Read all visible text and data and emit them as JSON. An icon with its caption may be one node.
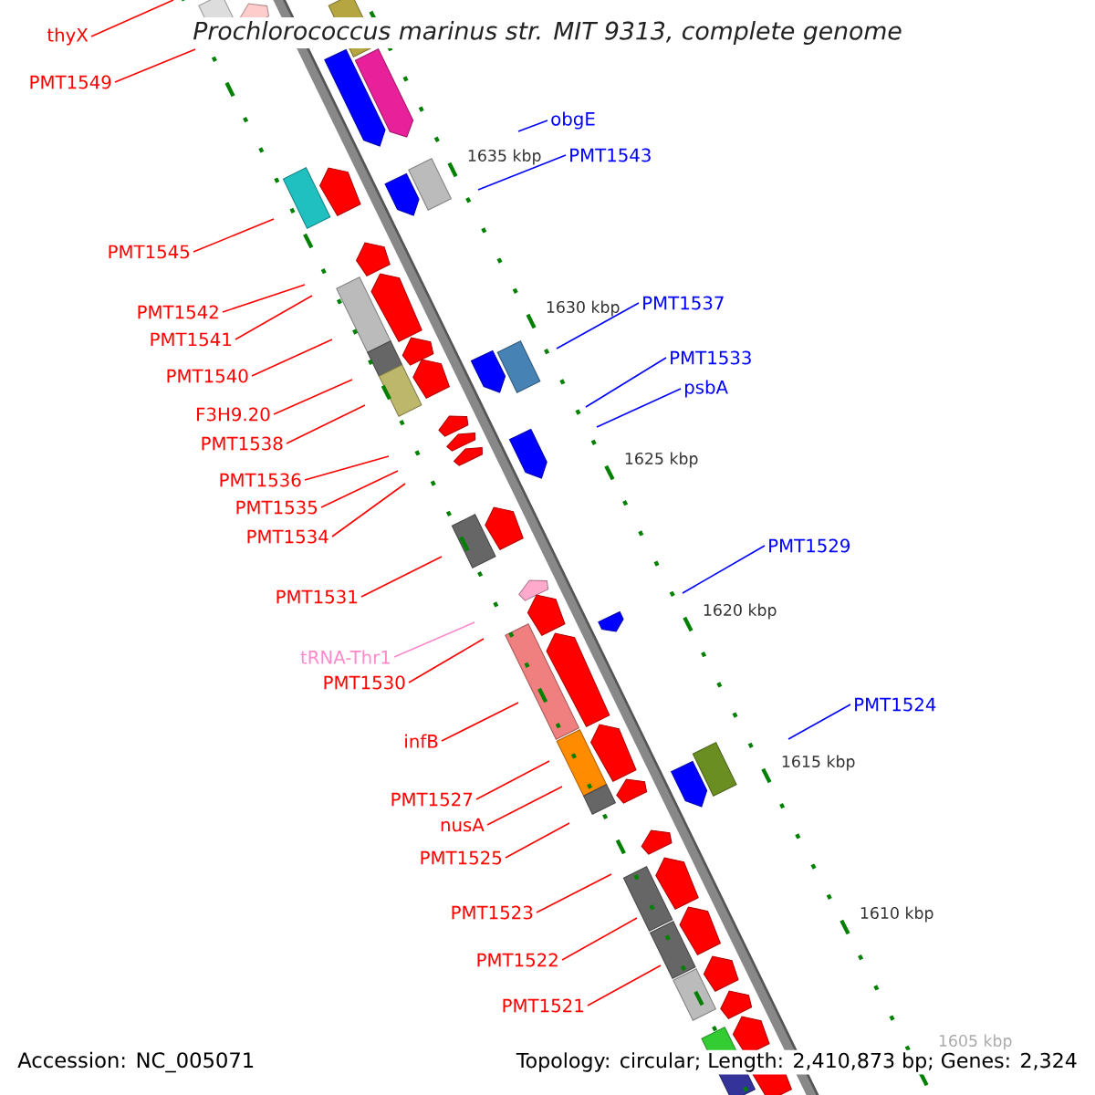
{
  "diagram": {
    "title": "Prochlorococcus marinus str. MIT 9313, complete genome",
    "nodes": [
      {
        "text": [
          "thyX"
        ]
      },
      {
        "text": [
          "PMT1549"
        ]
      },
      {
        "text": [
          "obgE"
        ]
      },
      {
        "text": [
          "PMT1543"
        ]
      },
      {
        "text": [
          "PMT1545"
        ]
      },
      {
        "text": [
          "PMT1537"
        ]
      },
      {
        "text": [
          "PMT1542"
        ]
      },
      {
        "text": [
          "PMT1541"
        ]
      },
      {
        "text": [
          "PMT1533"
        ]
      },
      {
        "text": [
          "PMT1540"
        ]
      },
      {
        "text": [
          "psbA"
        ]
      },
      {
        "text": [
          "F3H9.20"
        ]
      },
      {
        "text": [
          "PMT1538"
        ]
      },
      {
        "text": [
          "PMT1536"
        ]
      },
      {
        "text": [
          "PMT1535"
        ]
      },
      {
        "text": [
          "PMT1534"
        ]
      },
      {
        "text": [
          "PMT1529"
        ]
      },
      {
        "text": [
          "PMT1531"
        ]
      },
      {
        "text": [
          "tRNA-Thr1"
        ]
      },
      {
        "text": [
          "PMT1530"
        ]
      },
      {
        "text": [
          "PMT1524"
        ]
      },
      {
        "text": [
          "infB"
        ]
      },
      {
        "text": [
          "PMT1527"
        ]
      },
      {
        "text": [
          "nusA"
        ]
      },
      {
        "text": [
          "PMT1525"
        ]
      },
      {
        "text": [
          "PMT1523"
        ]
      },
      {
        "text": [
          "PMT1522"
        ]
      },
      {
        "text": [
          "PMT1521"
        ]
      }
    ],
    "edges": [
      {
        "from": 0,
        "to": null,
        "arrow": "none"
      },
      {
        "from": 1,
        "to": null,
        "arrow": "none"
      },
      {
        "from": 2,
        "to": null,
        "arrow": "none",
        "color": "#0000ff"
      },
      {
        "from": 3,
        "to": null,
        "arrow": "none",
        "color": "#0000ff"
      },
      {
        "from": 4,
        "to": null,
        "arrow": "none"
      },
      {
        "from": 5,
        "to": null,
        "arrow": "none",
        "color": "#0000ff"
      },
      {
        "from": 6,
        "to": null,
        "arrow": "none"
      },
      {
        "from": 7,
        "to": null,
        "arrow": "none"
      },
      {
        "from": 8,
        "to": null,
        "arrow": "none",
        "color": "#0000ff"
      },
      {
        "from": 9,
        "to": null,
        "arrow": "none"
      },
      {
        "from": 10,
        "to": null,
        "arrow": "none",
        "color": "#0000ff"
      },
      {
        "from": 11,
        "to": null,
        "arrow": "none"
      },
      {
        "from": 12,
        "to": null,
        "arrow": "none"
      },
      {
        "from": 13,
        "to": null,
        "arrow": "none"
      },
      {
        "from": 14,
        "to": null,
        "arrow": "none"
      },
      {
        "from": 15,
        "to": null,
        "arrow": "none"
      },
      {
        "from": 16,
        "to": null,
        "arrow": "none",
        "color": "#0000ff"
      },
      {
        "from": 17,
        "to": null,
        "arrow": "none"
      },
      {
        "from": 18,
        "to": null,
        "arrow": "none",
        "color": "#ff88cc"
      },
      {
        "from": 19,
        "to": null,
        "arrow": "none"
      },
      {
        "from": 20,
        "to": null,
        "arrow": "none",
        "color": "#0000ff"
      },
      {
        "from": 21,
        "to": null,
        "arrow": "none"
      },
      {
        "from": 22,
        "to": null,
        "arrow": "none"
      },
      {
        "from": 23,
        "to": null,
        "arrow": "none"
      },
      {
        "from": 24,
        "to": null,
        "arrow": "none"
      },
      {
        "from": 25,
        "to": null,
        "arrow": "none"
      },
      {
        "from": 26,
        "to": null,
        "arrow": "none"
      },
      {
        "from": 27,
        "to": null,
        "arrow": "none"
      }
    ],
    "labels": [
      "1635 kbp",
      "1630 kbp",
      "1625 kbp",
      "1620 kbp",
      "1615 kbp",
      "1610 kbp",
      "1605 kbp",
      "Accession: NC_005071",
      "Topology: circular; Length: 2,410,873 bp; Genes: 2,324"
    ]
  }
}
